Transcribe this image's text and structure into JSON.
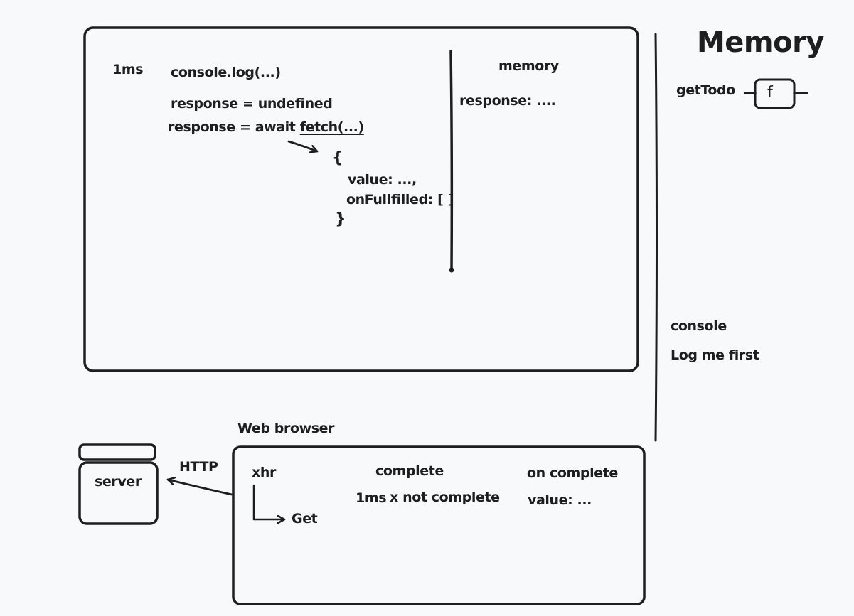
{
  "memory_panel": {
    "heading": "Memory",
    "entries": [
      {
        "name": "getTodo",
        "value": "f"
      }
    ]
  },
  "call_stack_frame": {
    "time": "1ms",
    "lines": [
      "console.log(...)",
      "response = undefined"
    ],
    "await_prefix": "response = await ",
    "await_call": "fetch(...)",
    "promise": {
      "open": "{",
      "fields": [
        "value: ...,",
        "onFullfilled: [ ]"
      ],
      "close": "}"
    },
    "local_memory": {
      "title": "memory",
      "entries": [
        "response: ...."
      ]
    }
  },
  "console_panel": {
    "title": "console",
    "output": [
      "Log me first"
    ]
  },
  "web_browser": {
    "label": "Web browser",
    "xhr": "xhr",
    "request": "Get",
    "complete_header": "complete",
    "timer": "1ms",
    "status": "x not complete",
    "on_complete_header": "on complete",
    "on_complete_value": "value: ..."
  },
  "server": {
    "label": "server",
    "protocol": "HTTP"
  },
  "colors": {
    "background": "#f8f9fa",
    "stroke": "#1e1e1e"
  }
}
